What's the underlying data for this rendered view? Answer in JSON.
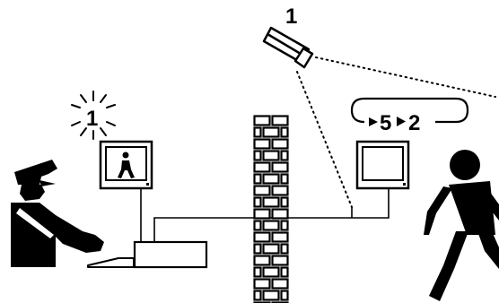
{
  "camera": {
    "number": "1"
  },
  "alarm": {
    "number": "1"
  },
  "sequence": {
    "from": "5",
    "to": "2"
  },
  "icons": [
    "camera-icon",
    "guard-icon",
    "pedestrian-icon",
    "brick-wall-icon",
    "monitor-icon",
    "controller-icon",
    "keyboard-icon",
    "alarm-burst-icon"
  ]
}
